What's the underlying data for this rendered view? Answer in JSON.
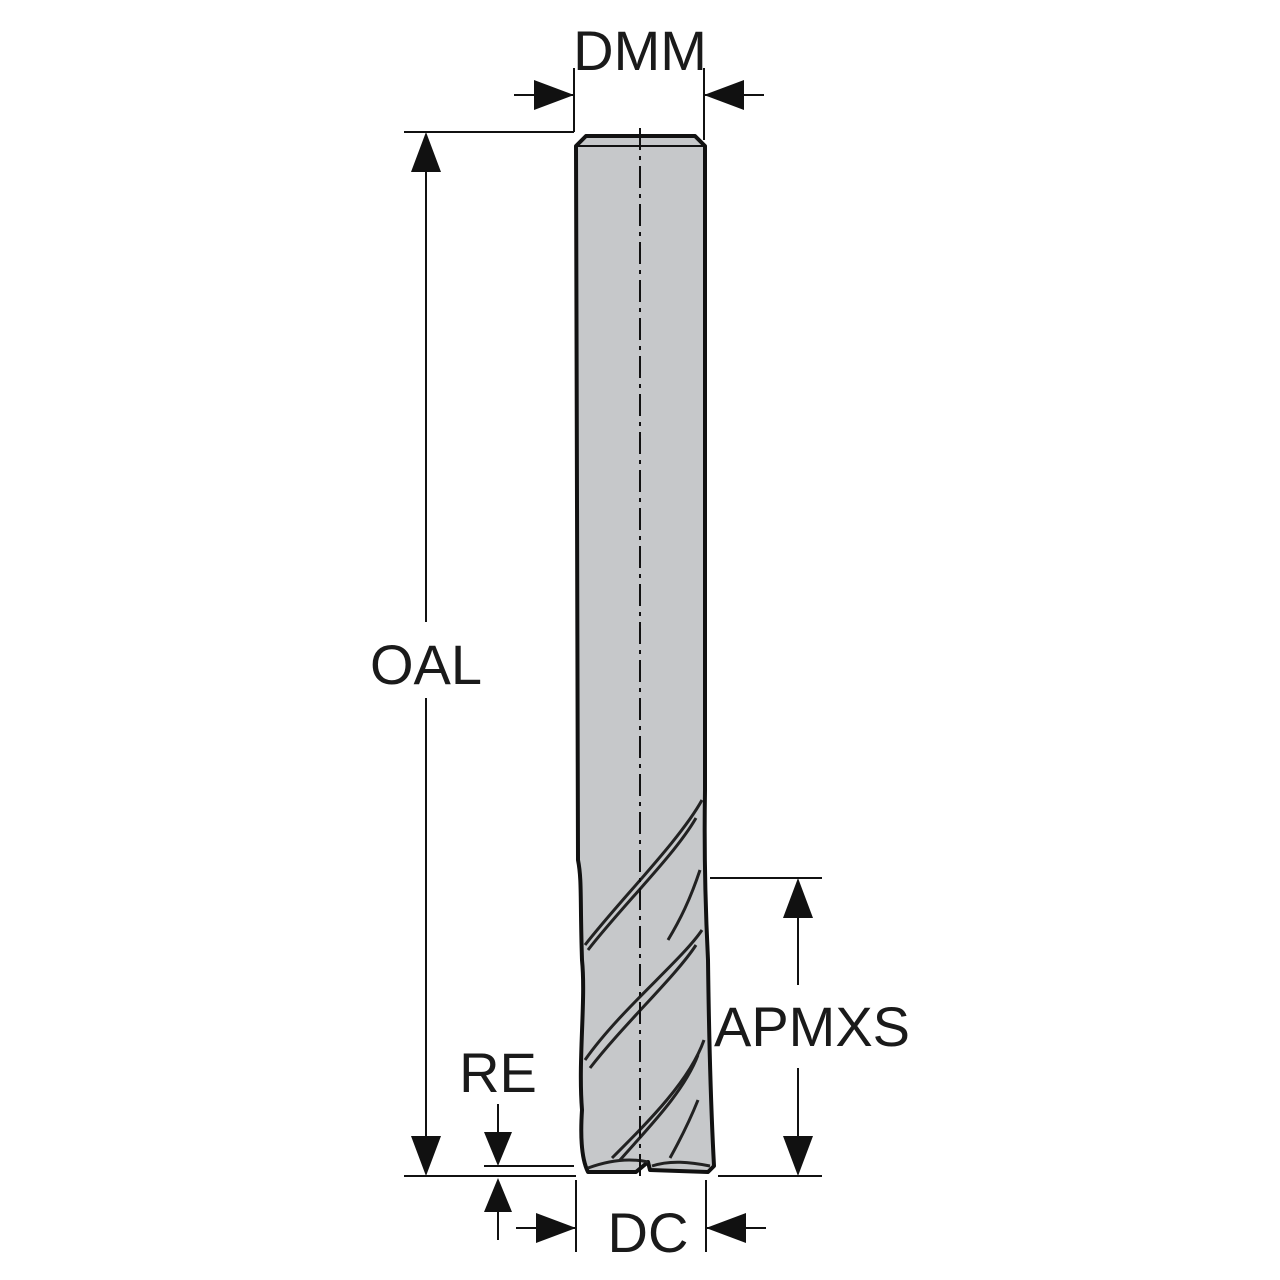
{
  "labels": {
    "dmm": "DMM",
    "oal": "OAL",
    "apmxs": "APMXS",
    "re": "RE",
    "dc": "DC"
  },
  "colors": {
    "tool_body": "#c6c8ca",
    "outline": "#111111",
    "background": "#ffffff"
  }
}
